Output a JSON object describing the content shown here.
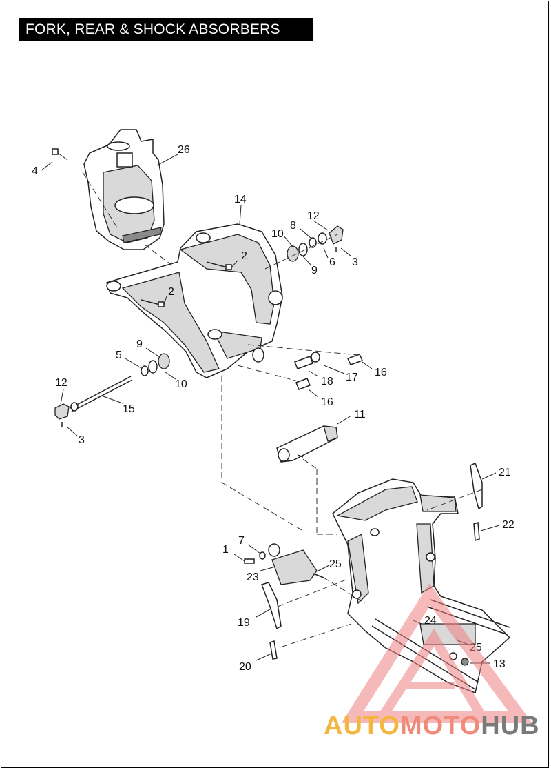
{
  "page": {
    "title": "FORK, REAR & SHOCK ABSORBERS"
  },
  "callouts": {
    "c1": "1",
    "c2a": "2",
    "c2b": "2",
    "c3a": "3",
    "c3b": "3",
    "c4": "4",
    "c5": "5",
    "c6": "6",
    "c7": "7",
    "c8": "8",
    "c9a": "9",
    "c9b": "9",
    "c10a": "10",
    "c10b": "10",
    "c11": "11",
    "c12a": "12",
    "c12b": "12",
    "c13": "13",
    "c14": "14",
    "c15": "15",
    "c16a": "16",
    "c16b": "16",
    "c17": "17",
    "c18": "18",
    "c19": "19",
    "c20": "20",
    "c21": "21",
    "c22": "22",
    "c23": "23",
    "c24": "24",
    "c25a": "25",
    "c25b": "25",
    "c26": "26"
  },
  "watermark": {
    "part1": "AUTO",
    "part2": "MOTO",
    "part3": "HUB",
    "colors": {
      "auto": "#f4b63f",
      "moto": "#f08a7a",
      "hub": "#7a7a7a",
      "triangle": "#f4a0a0"
    }
  }
}
